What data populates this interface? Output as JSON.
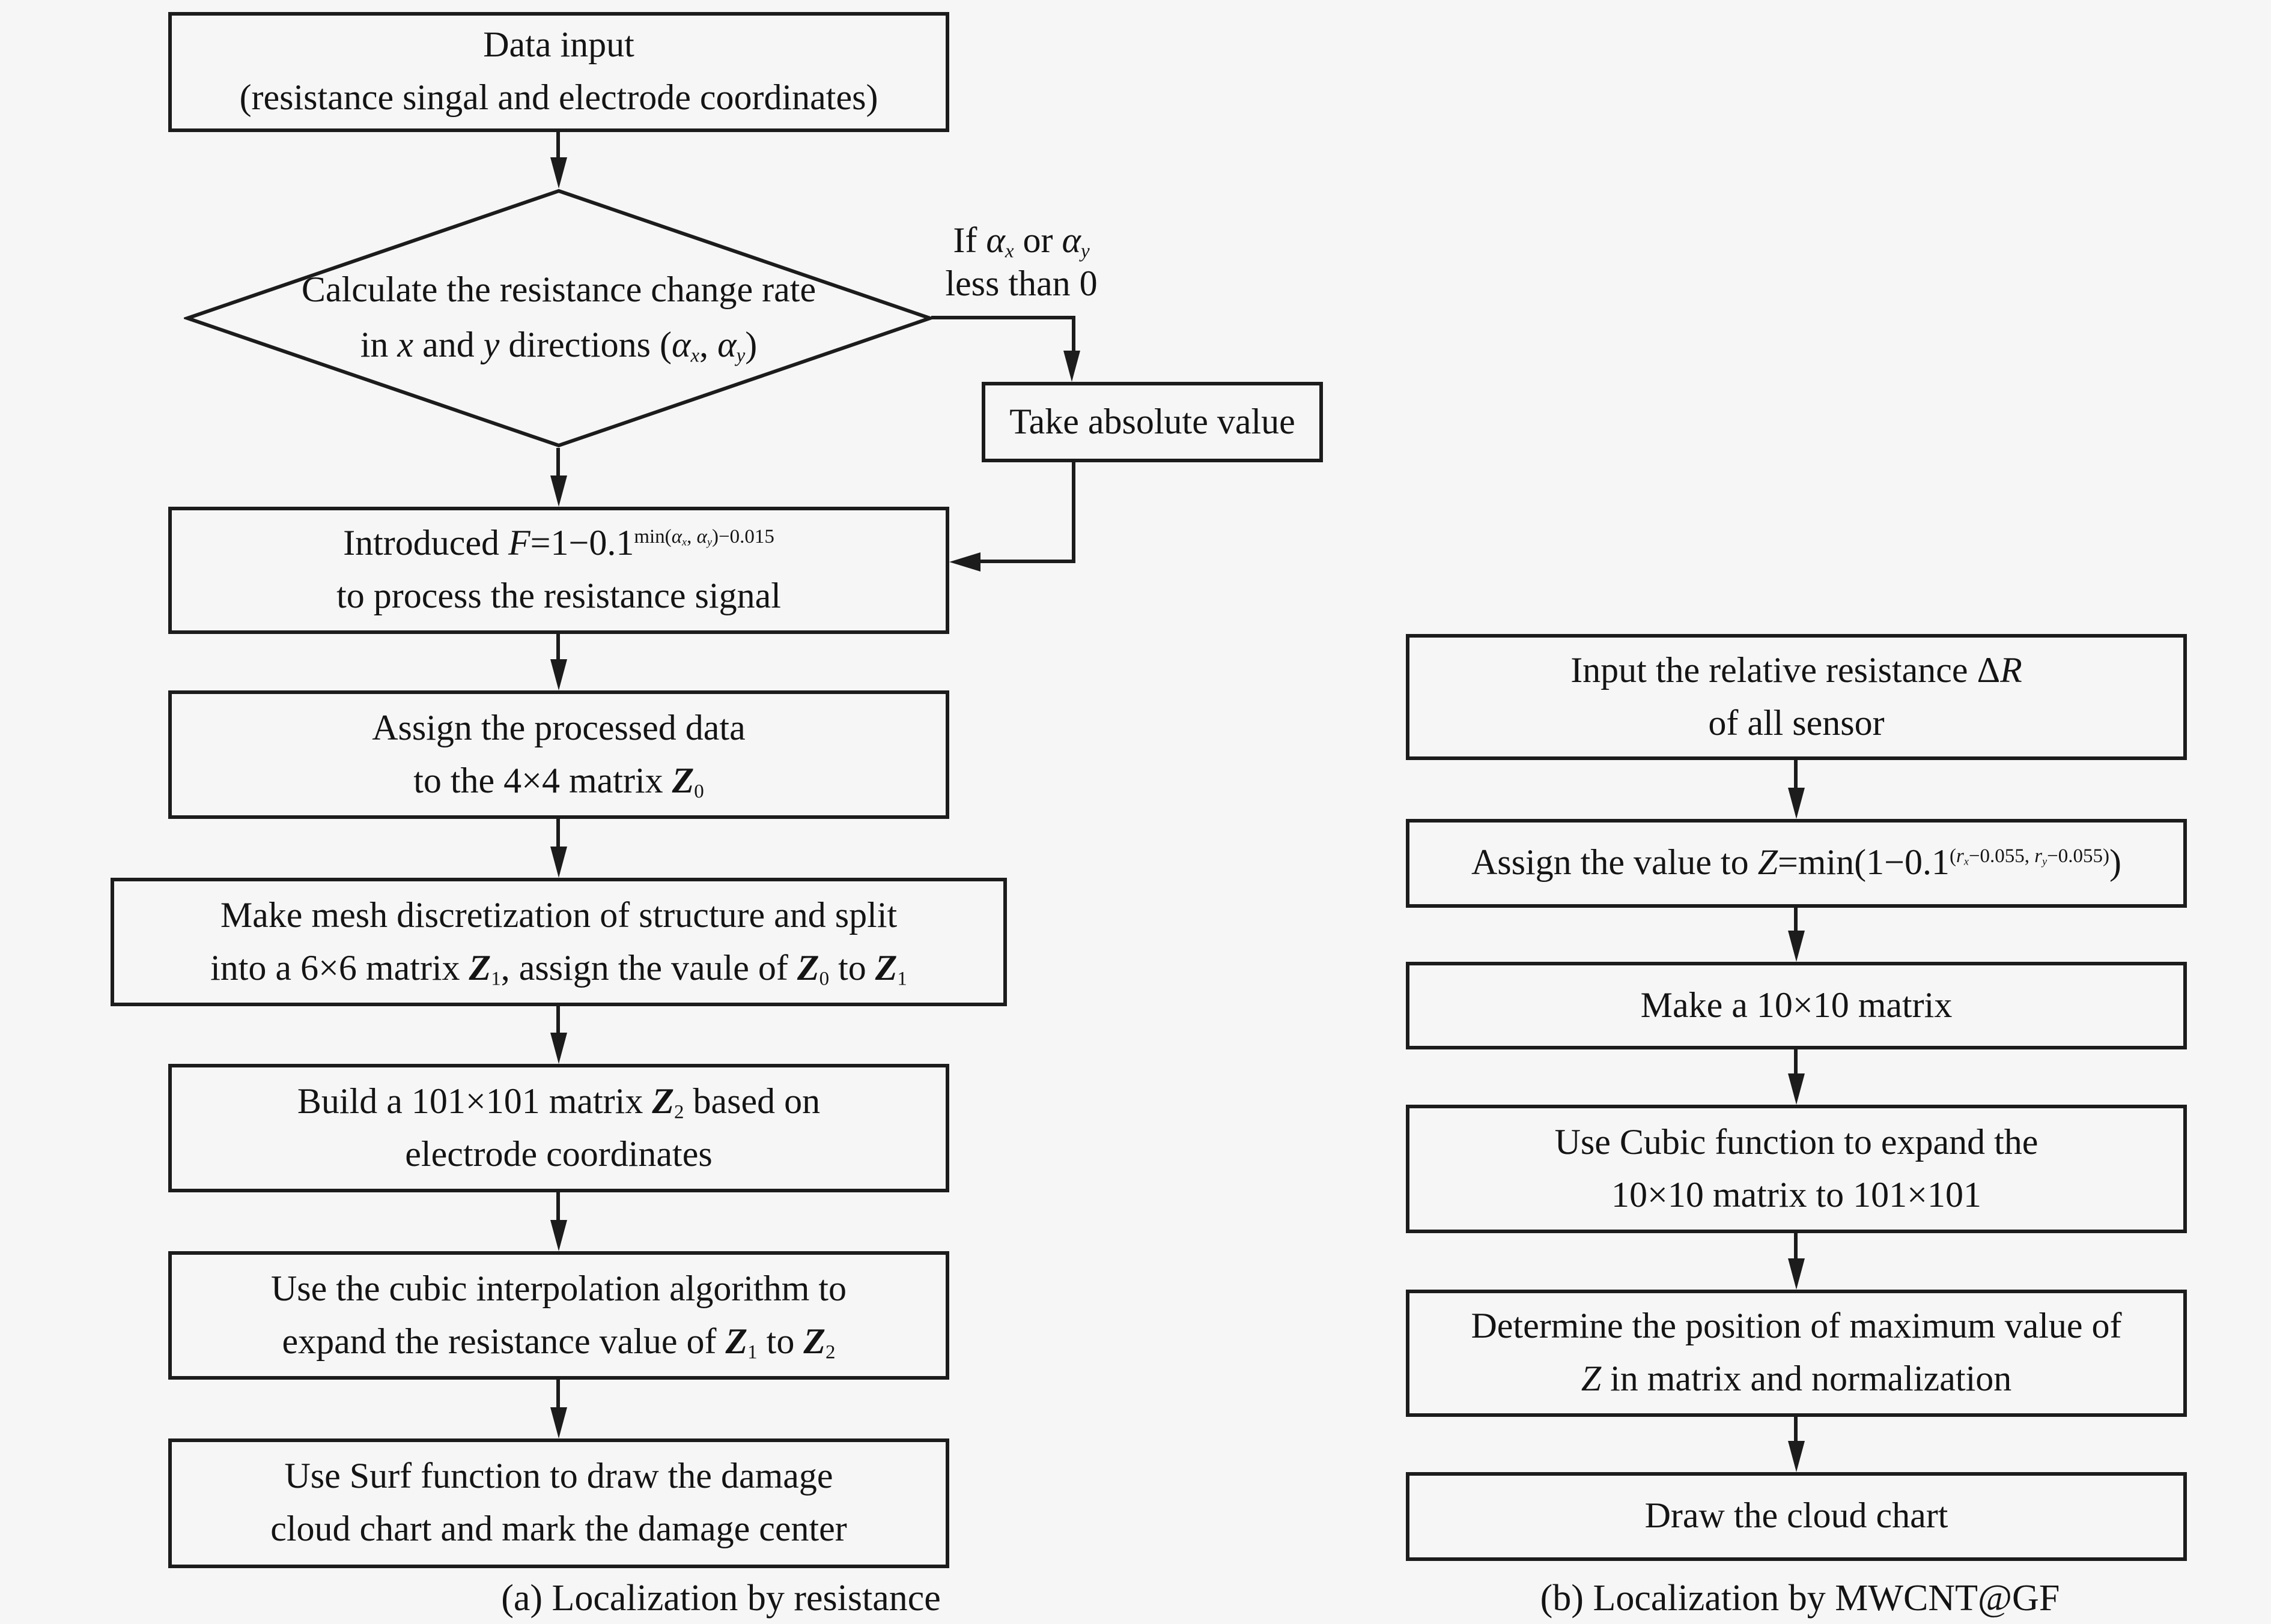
{
  "colors": {
    "background": "#f6f6f6",
    "stroke": "#1c1c1c",
    "ink": "#141414"
  },
  "left_flow": {
    "caption": "(a) Localization by resistance",
    "data_input": {
      "line1": "Data input",
      "line2": "(resistance singal and electrode coordinates)"
    },
    "decision": {
      "line1": "Calculate the resistance change rate",
      "line2": "in *x* and *y* directions (*α*_{*x*}, *α*_{*y*})"
    },
    "branch_label": {
      "line1": "If *α*_{*x*} or *α*_{*y*}",
      "line2": "less than 0"
    },
    "take_abs": "Take absolute value",
    "introduce": {
      "line1": "Introduced *F*=1−0.1^{min(*α*_{*x*}, *α*_{*y*})−0.015}",
      "line2": "to process the resistance signal"
    },
    "assign": {
      "line1": "Assign the processed data",
      "line2": "to the 4×4 matrix %Z%_{0}"
    },
    "mesh": {
      "line1": "Make mesh discretization of structure and split",
      "line2": "into a 6×6 matrix %Z%_{1}, assign the vaule of %Z%_{0} to %Z%_{1}"
    },
    "build": {
      "line1": "Build a 101×101 matrix %Z%_{2} based on",
      "line2": "electrode coordinates"
    },
    "interp": {
      "line1": "Use the cubic interpolation algorithm to",
      "line2": "expand the resistance value of %Z%_{1} to %Z%_{2}"
    },
    "surf": {
      "line1": "Use Surf function to draw the damage",
      "line2": "cloud chart and mark the damage center"
    }
  },
  "right_flow": {
    "caption": "(b) Localization by MWCNT@GF",
    "input": {
      "line1": "Input the relative resistance Δ*R*",
      "line2": "of all sensor"
    },
    "assign": "Assign the value to *Z*=min(1−0.1^{(*r*_{*x*}−0.055, *r*_{*y*}−0.055)})",
    "matrix10": "Make a 10×10 matrix",
    "cubic": {
      "line1": "Use Cubic function to expand the",
      "line2": "10×10 matrix to 101×101"
    },
    "determine": {
      "line1": "Determine the position of maximum value of",
      "line2": "*Z* in matrix and normalization"
    },
    "draw": "Draw the cloud chart"
  }
}
